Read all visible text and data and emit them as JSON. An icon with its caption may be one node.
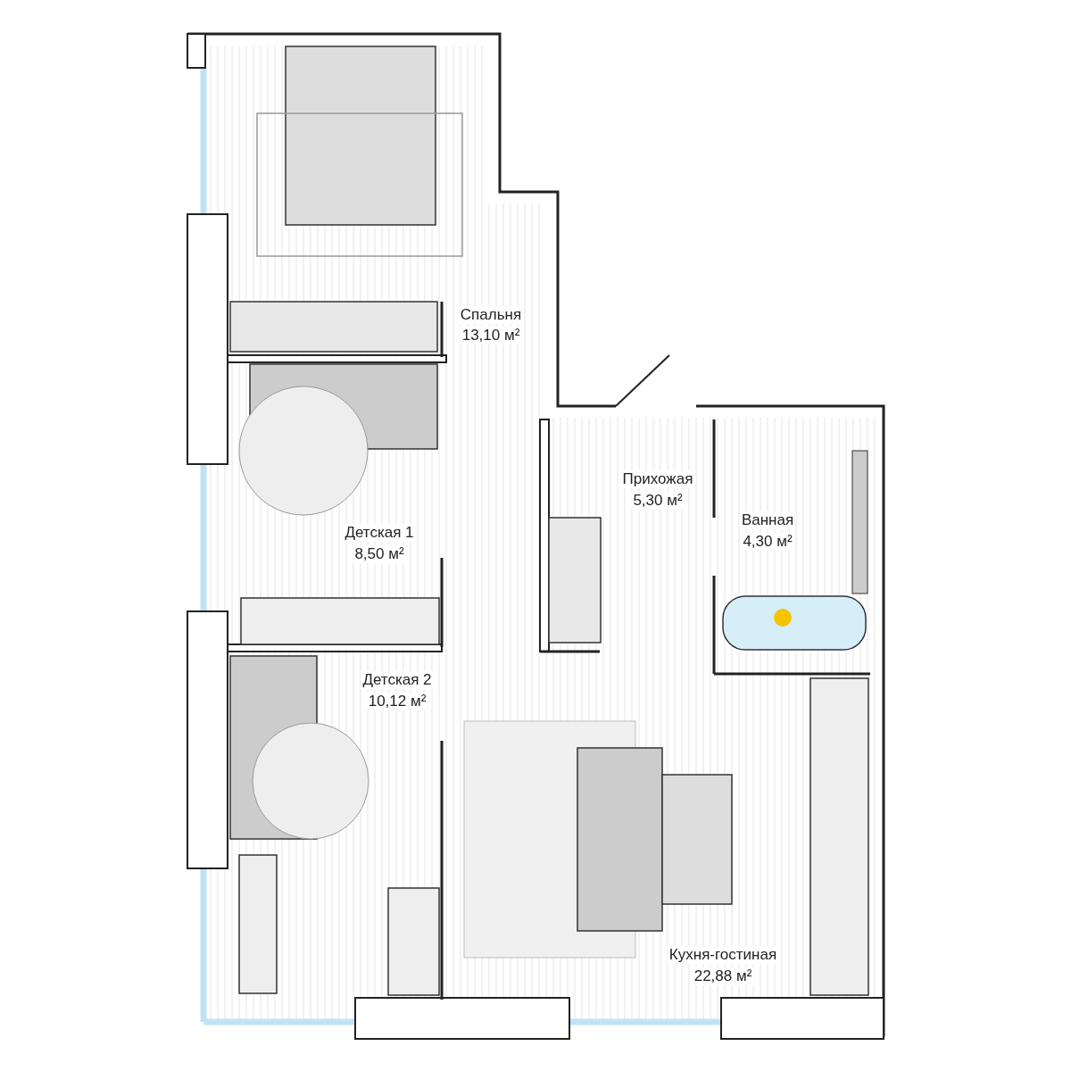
{
  "diagram": {
    "labels": [
      "Спальня",
      "13,10 м²",
      "Прихожая",
      "5,30 м²",
      "Ванная",
      "4,30 м²",
      "Детская 1",
      "8,50 м²",
      "Детская 2",
      "10,12 м²",
      "Кухня-гостиная",
      "22,88 м²"
    ]
  }
}
